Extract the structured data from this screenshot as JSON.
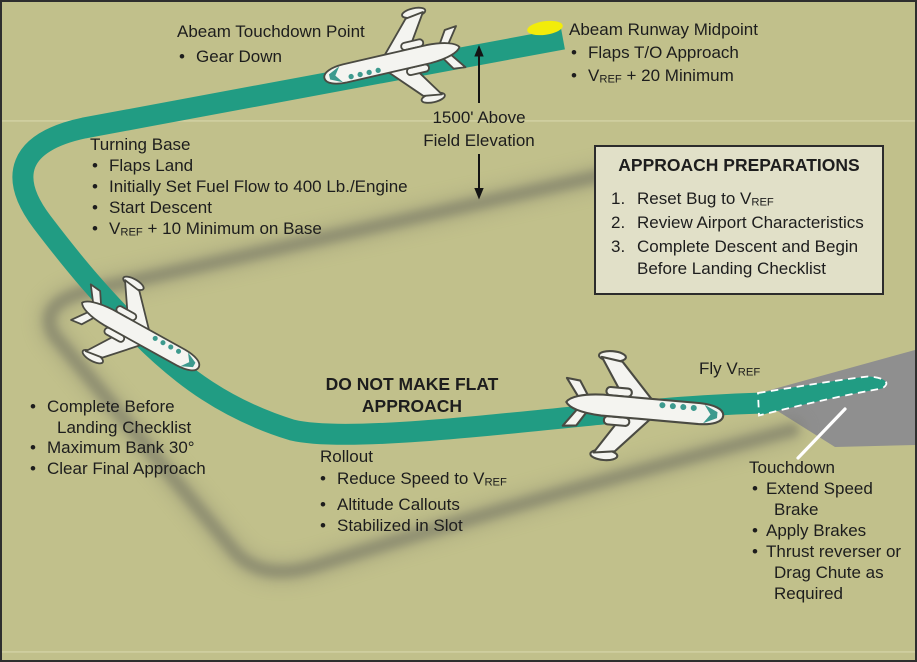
{
  "scene": {
    "background_color": "#c1c08b",
    "flight_path_color": "#219c83",
    "runway_color": "#8f8f8f",
    "shadow_color": "#6f6f62",
    "marker_color": "#f2ec0a",
    "text_color": "#1d1d1d",
    "callout_box_color": "#e1e0c8"
  },
  "bullet": "•",
  "blocks": {
    "abeam_touchdown": {
      "title": "Abeam Touchdown Point",
      "item1": "Gear Down"
    },
    "abeam_runway_midpoint": {
      "title": "Abeam Runway Midpoint",
      "item1": "Flaps T/O Approach",
      "item2": {
        "pre": "V",
        "sub": "REF",
        "post": " + 20 Minimum"
      }
    },
    "altitude_note": {
      "line1": "1500' Above",
      "line2": "Field Elevation"
    },
    "turning_base": {
      "title": "Turning Base",
      "item1": "Flaps Land",
      "item2": "Initially Set Fuel Flow to 400 Lb./Engine",
      "item3": "Start Descent",
      "item4": {
        "pre": "V",
        "sub": "REF",
        "post": " + 10 Minimum on Base"
      }
    },
    "approach_preparations": {
      "title": "APPROACH PREPARATIONS",
      "num1": "1.",
      "item1": {
        "pre": "Reset Bug to V",
        "sub": "REF"
      },
      "num2": "2.",
      "item2": "Review Airport Characteristics",
      "num3": "3.",
      "item3_line1": "Complete Descent and Begin",
      "item3_line2": "Before Landing Checklist"
    },
    "warning": {
      "line1": "DO NOT MAKE FLAT",
      "line2": "APPROACH"
    },
    "final_turn": {
      "item1_line1": "Complete Before",
      "item1_line2": "Landing Checklist",
      "item2": "Maximum Bank 30°",
      "item3": "Clear Final Approach"
    },
    "rollout": {
      "title": "Rollout",
      "item1": {
        "pre": "Reduce Speed to V",
        "sub": "REF"
      },
      "item2": "Altitude Callouts",
      "item3": "Stabilized in Slot"
    },
    "fly_vref": {
      "pre": "Fly V",
      "sub": "REF"
    },
    "touchdown": {
      "title": "Touchdown",
      "item1_line1": "Extend Speed",
      "item1_line2": "Brake",
      "item2": "Apply Brakes",
      "item3_line1": "Thrust reverser or",
      "item3_line2": "Drag Chute  as",
      "item3_line3": "Required"
    }
  }
}
